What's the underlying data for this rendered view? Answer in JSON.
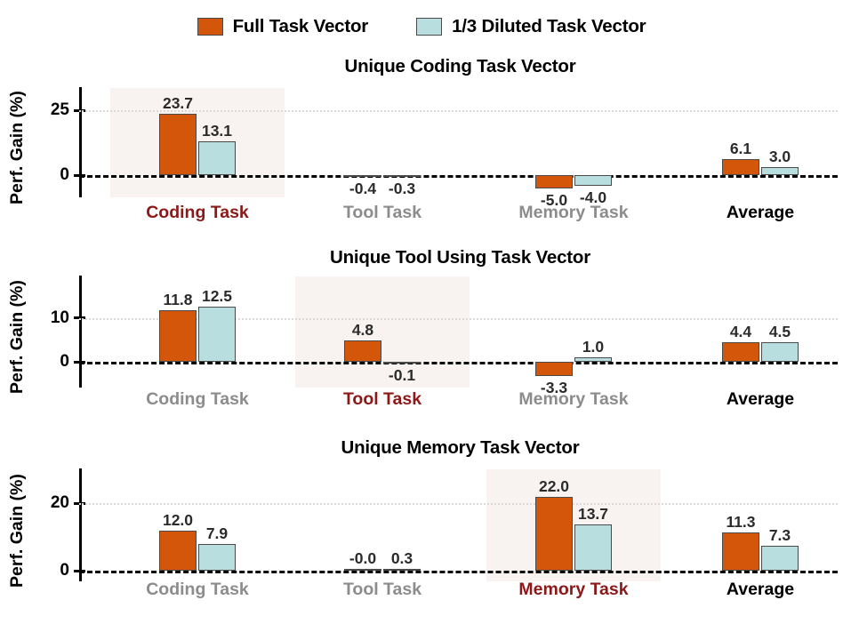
{
  "legend": {
    "entries": [
      {
        "label": "Full Task Vector",
        "color": "#d4560b",
        "swatch_name": "legend-swatch-full"
      },
      {
        "label": "1/3 Diluted Task Vector",
        "color": "#b9dedf",
        "swatch_name": "legend-swatch-diluted"
      }
    ]
  },
  "colors": {
    "full_task_vector": "#d4560b",
    "diluted_task_vector": "#b9dedf",
    "bar_edge": "#4a4a4a",
    "highlight_band": "#f8f2f0",
    "highlight_label": "#8c1818",
    "normal_label": "#8c8c8c",
    "average_label": "#000000",
    "gridline": "#d9d9d9",
    "zeroline": "#000000"
  },
  "axis": {
    "ylabel": "Perf. Gain (%)"
  },
  "chart_data": [
    {
      "type": "bar",
      "title": "Unique Coding Task Vector",
      "xlabel": "",
      "ylabel": "Perf. Gain (%)",
      "categories": [
        "Coding Task",
        "Tool Task",
        "Memory Task",
        "Average"
      ],
      "highlight_category": "Coding Task",
      "series": [
        {
          "name": "Full Task Vector",
          "values": [
            23.7,
            -0.4,
            -5.0,
            6.1
          ]
        },
        {
          "name": "1/3 Diluted Task Vector",
          "values": [
            13.1,
            -0.3,
            -4.0,
            3.0
          ]
        }
      ],
      "yticks": [
        0,
        25
      ],
      "ytick_labels": [
        "0",
        "25"
      ],
      "ylim": [
        -8.5,
        31.0
      ],
      "grid": true,
      "legend_position": "top-center"
    },
    {
      "type": "bar",
      "title": "Unique Tool Using Task Vector",
      "xlabel": "",
      "ylabel": "Perf. Gain (%)",
      "categories": [
        "Coding Task",
        "Tool Task",
        "Memory Task",
        "Average"
      ],
      "highlight_category": "Tool Task",
      "series": [
        {
          "name": "Full Task Vector",
          "values": [
            11.8,
            4.8,
            -3.3,
            4.4
          ]
        },
        {
          "name": "1/3 Diluted Task Vector",
          "values": [
            12.5,
            -0.1,
            1.0,
            4.5
          ]
        }
      ],
      "yticks": [
        0,
        10
      ],
      "ytick_labels": [
        "0",
        "10"
      ],
      "ylim": [
        -6.5,
        15.5
      ],
      "grid": true,
      "legend_position": "top-center"
    },
    {
      "type": "bar",
      "title": "Unique Memory Task Vector",
      "xlabel": "",
      "ylabel": "Perf. Gain (%)",
      "categories": [
        "Coding Task",
        "Tool Task",
        "Memory Task",
        "Average"
      ],
      "highlight_category": "Memory Task",
      "series": [
        {
          "name": "Full Task Vector",
          "values": [
            12.0,
            -0.0,
            22.0,
            11.3
          ]
        },
        {
          "name": "1/3 Diluted Task Vector",
          "values": [
            7.9,
            0.3,
            13.7,
            7.3
          ]
        }
      ],
      "yticks": [
        0,
        20
      ],
      "ytick_labels": [
        "0",
        "20"
      ],
      "ylim": [
        -2.5,
        26.5
      ],
      "grid": true,
      "legend_position": "top-center"
    }
  ],
  "value_labels": {
    "panel0": {
      "full": [
        "23.7",
        "-0.4",
        "-5.0",
        "6.1"
      ],
      "diluted": [
        "13.1",
        "-0.3",
        "-4.0",
        "3.0"
      ]
    },
    "panel1": {
      "full": [
        "11.8",
        "4.8",
        "-3.3",
        "4.4"
      ],
      "diluted": [
        "12.5",
        "-0.1",
        "1.0",
        "4.5"
      ]
    },
    "panel2": {
      "full": [
        "12.0",
        "-0.0",
        "22.0",
        "11.3"
      ],
      "diluted": [
        "7.9",
        "0.3",
        "13.7",
        "7.3"
      ]
    }
  }
}
